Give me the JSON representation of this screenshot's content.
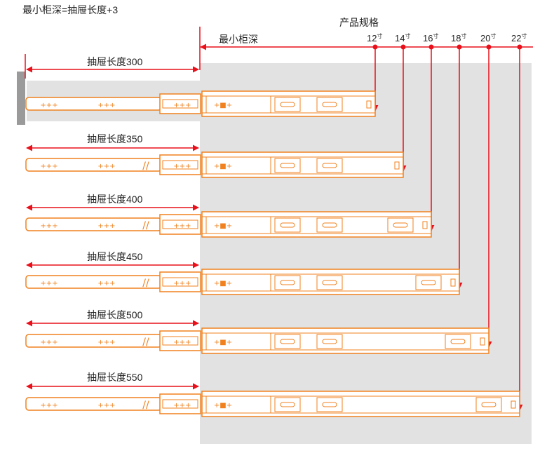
{
  "title": "最小柜深=抽屉长度+3",
  "specs_heading": "产品规格",
  "min_depth_label": "最小柜深",
  "sizes": [
    {
      "num": "12",
      "unit": "寸"
    },
    {
      "num": "14",
      "unit": "寸"
    },
    {
      "num": "16",
      "unit": "寸"
    },
    {
      "num": "18",
      "unit": "寸"
    },
    {
      "num": "20",
      "unit": "寸"
    },
    {
      "num": "22",
      "unit": "寸"
    }
  ],
  "drawers": [
    {
      "label": "抽屉长度300"
    },
    {
      "label": "抽屉长度350"
    },
    {
      "label": "抽屉长度400"
    },
    {
      "label": "抽屉长度450"
    },
    {
      "label": "抽屉长度500"
    },
    {
      "label": "抽屉长度550"
    }
  ],
  "colors": {
    "arrow": "#e8101a",
    "slide": "#f0811e",
    "cabinet": "#e2e2e2",
    "wall": "#9a9a9a"
  }
}
